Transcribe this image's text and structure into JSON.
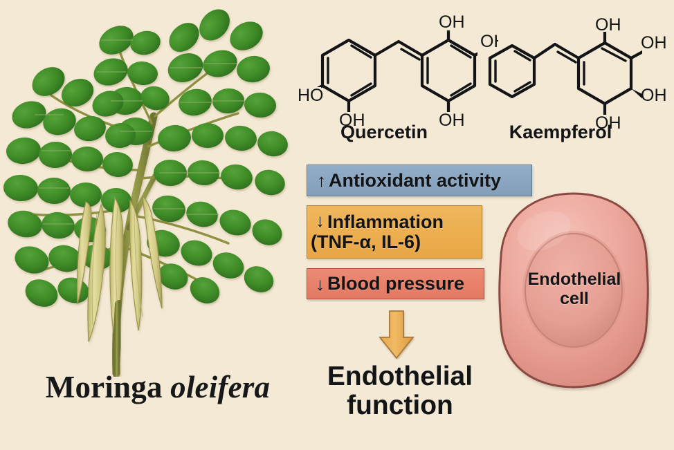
{
  "figure": {
    "background_color": "#f4e9d4",
    "species_name_genus": "Moringa",
    "species_name_epithet": "oleifera"
  },
  "compounds": [
    {
      "name": "Quercetin",
      "hydroxyl_label": "OH",
      "hydroxyl_label_left": "HO"
    },
    {
      "name": "Kaempferol",
      "hydroxyl_label": "OH"
    }
  ],
  "effects": [
    {
      "id": "antioxidant",
      "arrow": "↑",
      "direction": "increase",
      "line1": "Antioxidant activity",
      "line2": "",
      "color": "#8aa5c0",
      "border_color": "#5d7893"
    },
    {
      "id": "inflammation",
      "arrow": "↓",
      "direction": "decrease",
      "line1": "Inflammation",
      "line2": "(TNF-α, IL-6)",
      "color": "#edae4f",
      "border_color": "#b4812b"
    },
    {
      "id": "blood-pressure",
      "arrow": "↓",
      "direction": "decrease",
      "line1": "Blood pressure",
      "line2": "",
      "color": "#e8806a",
      "border_color": "#b2503c"
    }
  ],
  "outcome": {
    "line1": "Endothelial",
    "line2": "function",
    "arrow_color": "#edb05a",
    "arrow_border_color": "#a9763a"
  },
  "cell": {
    "label_line1": "Endothelial",
    "label_line2": "cell",
    "membrane_color": "#eda79c",
    "outline_color": "#8a4a42",
    "cytoplasm_color": "#e8a096",
    "nucleus_color": "#e09b90"
  },
  "plant": {
    "leaf_color": "#3d8b2a",
    "leaf_dark": "#2f6d20",
    "stem_color": "#8d9140",
    "pod_color": "#d9d28a"
  }
}
